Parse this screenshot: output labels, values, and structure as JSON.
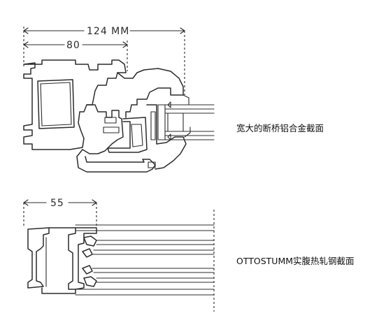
{
  "dims": {
    "top_overall": "124 MM",
    "top_partial": "80",
    "bottom": "55"
  },
  "captions": {
    "aluminum": "宽大的断桥铝合金截面",
    "steel": "OTTOSTUMM实腹热轧钢截面"
  },
  "colors": {
    "ink": "#2b2b2b",
    "background": "#ffffff"
  }
}
